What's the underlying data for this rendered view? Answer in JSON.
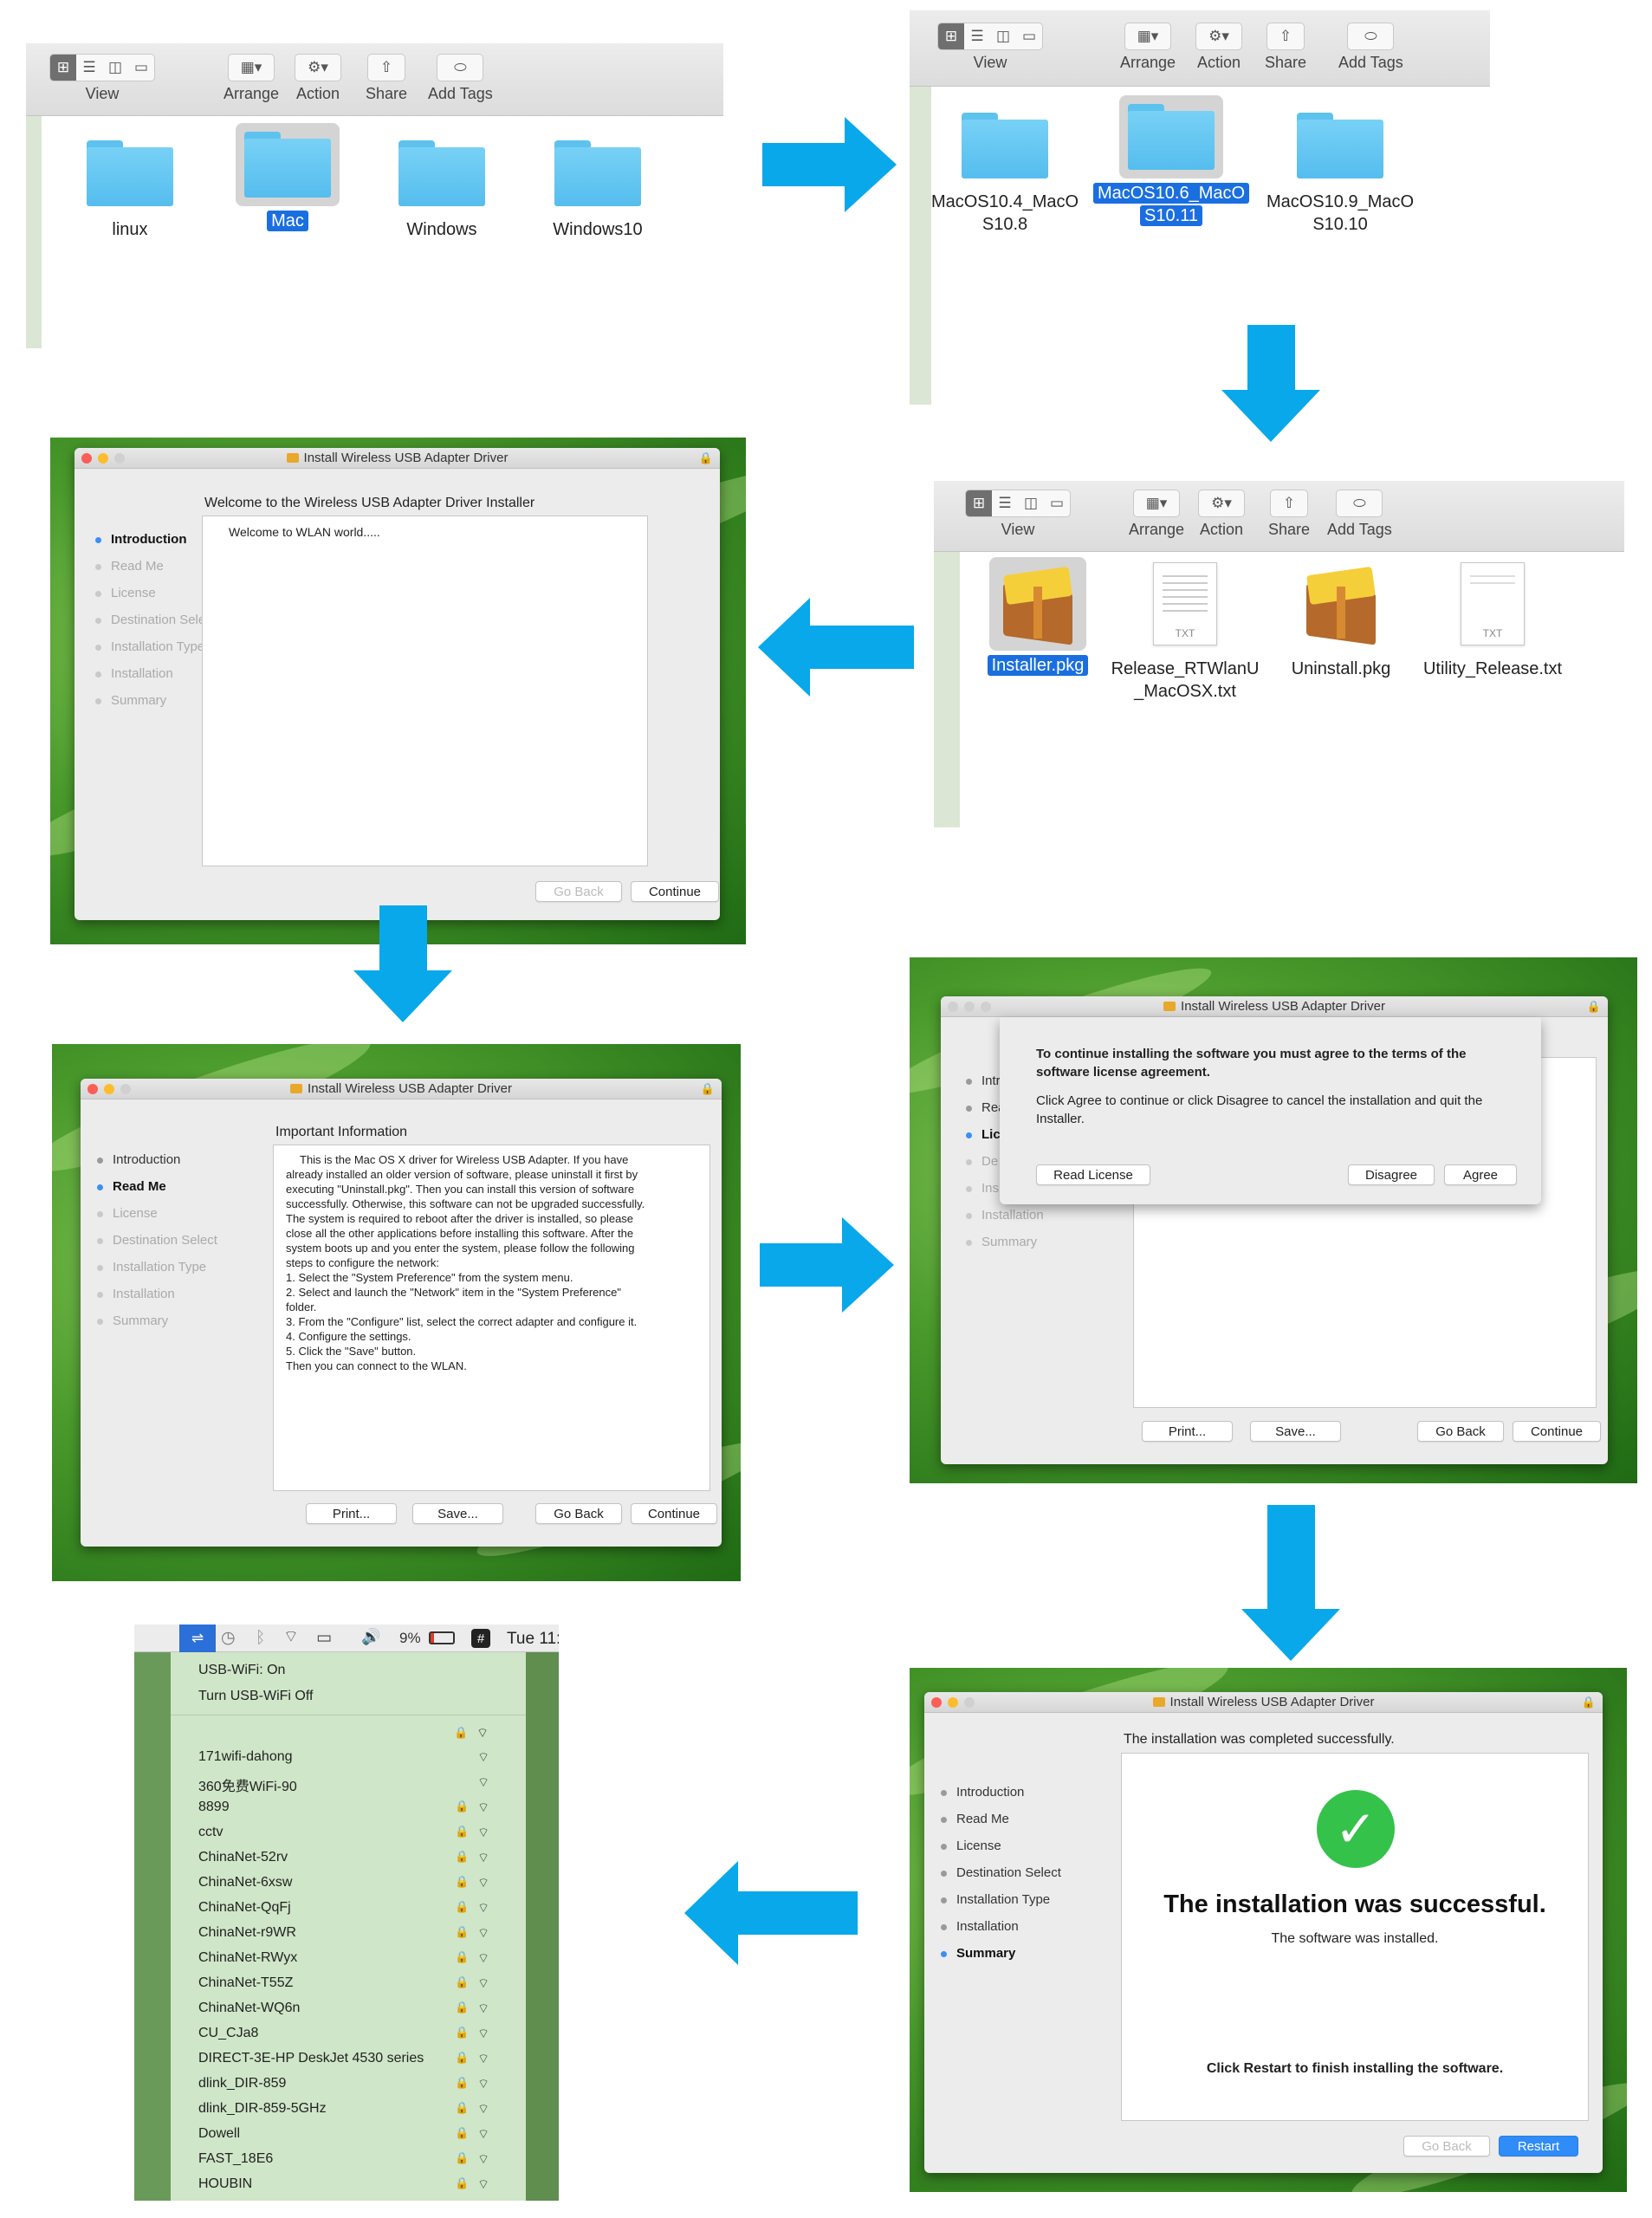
{
  "toolbar": {
    "view_label": "View",
    "arrange_label": "Arrange",
    "action_label": "Action",
    "share_label": "Share",
    "add_tags_label": "Add Tags"
  },
  "finder1": {
    "folders": [
      {
        "name": "linux"
      },
      {
        "name": "Mac",
        "selected": true
      },
      {
        "name": "Windows"
      },
      {
        "name": "Windows10"
      }
    ]
  },
  "finder2": {
    "folders": [
      {
        "name_line1": "MacOS10.4_MacO",
        "name_line2": "S10.8"
      },
      {
        "name_line1": "MacOS10.6_MacO",
        "name_line2": "S10.11",
        "selected": true
      },
      {
        "name_line1": "MacOS10.9_MacO",
        "name_line2": "S10.10"
      }
    ]
  },
  "finder3": {
    "files": [
      {
        "name_line1": "Installer.pkg",
        "name_line2": "",
        "type": "package",
        "selected": true
      },
      {
        "name_line1": "Release_RTWlanU",
        "name_line2": "_MacOSX.txt",
        "type": "txt"
      },
      {
        "name_line1": "Uninstall.pkg",
        "name_line2": "",
        "type": "package"
      },
      {
        "name_line1": "Utility_Release.txt",
        "name_line2": "",
        "type": "txt"
      }
    ],
    "txt_badge": "TXT"
  },
  "installer": {
    "window_title": "Install Wireless USB Adapter Driver",
    "steps": [
      "Introduction",
      "Read Me",
      "License",
      "Destination Select",
      "Installation Type",
      "Installation",
      "Summary"
    ],
    "go_back": "Go Back",
    "continue": "Continue",
    "print": "Print...",
    "save": "Save...",
    "restart": "Restart"
  },
  "intro": {
    "heading": "Welcome to the Wireless USB Adapter Driver Installer",
    "body": "Welcome to WLAN world....."
  },
  "readme": {
    "heading": "Important Information",
    "lines": [
      "This is the Mac OS X driver for Wireless USB Adapter. If you have",
      "already installed an older version of software, please uninstall it first by",
      "executing \"Uninstall.pkg\". Then you can install this version of software",
      "successfully. Otherwise, this software can not be upgraded successfully.",
      "The system is required to reboot after the driver is installed, so please",
      "close all the other applications before installing this software. After the",
      "system boots up and you enter the system, please follow the following",
      "steps to configure the network:",
      "1. Select the \"System Preference\" from the system menu.",
      "2. Select and launch the \"Network\" item in the \"System Preference\"",
      "folder.",
      "3. From the \"Configure\" list, select the correct adapter and configure it.",
      "4. Configure the settings.",
      "5. Click the \"Save\" button.",
      "Then you can connect to the WLAN."
    ]
  },
  "license": {
    "partial_steps": [
      "Intr",
      "Rea",
      "Lic",
      "De",
      "Ins",
      "Installation",
      "Summary"
    ],
    "dialog_title": "To continue installing the software you must agree to the terms of the software license agreement.",
    "dialog_body": "Click Agree to continue or click Disagree to cancel the installation and quit the Installer.",
    "read_license": "Read License",
    "disagree": "Disagree",
    "agree": "Agree"
  },
  "summary": {
    "heading": "The installation was completed successfully.",
    "big": "The installation was successful.",
    "sub": "The software was installed.",
    "footer": "Click Restart to finish installing the software."
  },
  "menubar": {
    "battery": "9%",
    "clock": "Tue 11:"
  },
  "wifi": {
    "status": "USB-WiFi: On",
    "toggle": "Turn USB-WiFi Off",
    "networks": [
      {
        "name": "171wifi-dahong",
        "locked": false
      },
      {
        "name": "360免费WiFi-90",
        "locked": false
      },
      {
        "name": "8899",
        "locked": true
      },
      {
        "name": "cctv",
        "locked": true
      },
      {
        "name": "ChinaNet-52rv",
        "locked": true
      },
      {
        "name": "ChinaNet-6xsw",
        "locked": true
      },
      {
        "name": "ChinaNet-QqFj",
        "locked": true
      },
      {
        "name": "ChinaNet-r9WR",
        "locked": true
      },
      {
        "name": "ChinaNet-RWyx",
        "locked": true
      },
      {
        "name": "ChinaNet-T55Z",
        "locked": true
      },
      {
        "name": "ChinaNet-WQ6n",
        "locked": true
      },
      {
        "name": "CU_CJa8",
        "locked": true
      },
      {
        "name": "DIRECT-3E-HP DeskJet 4530 series",
        "locked": true
      },
      {
        "name": "dlink_DIR-859",
        "locked": true
      },
      {
        "name": "dlink_DIR-859-5GHz",
        "locked": true
      },
      {
        "name": "Dowell",
        "locked": true
      },
      {
        "name": "FAST_18E6",
        "locked": true
      },
      {
        "name": "HOUBIN",
        "locked": true
      }
    ]
  },
  "colors": {
    "arrow": "#08a8ea",
    "selection": "#1a6fe0",
    "success_green": "#35c24a",
    "restart_blue": "#2f8cf8"
  }
}
